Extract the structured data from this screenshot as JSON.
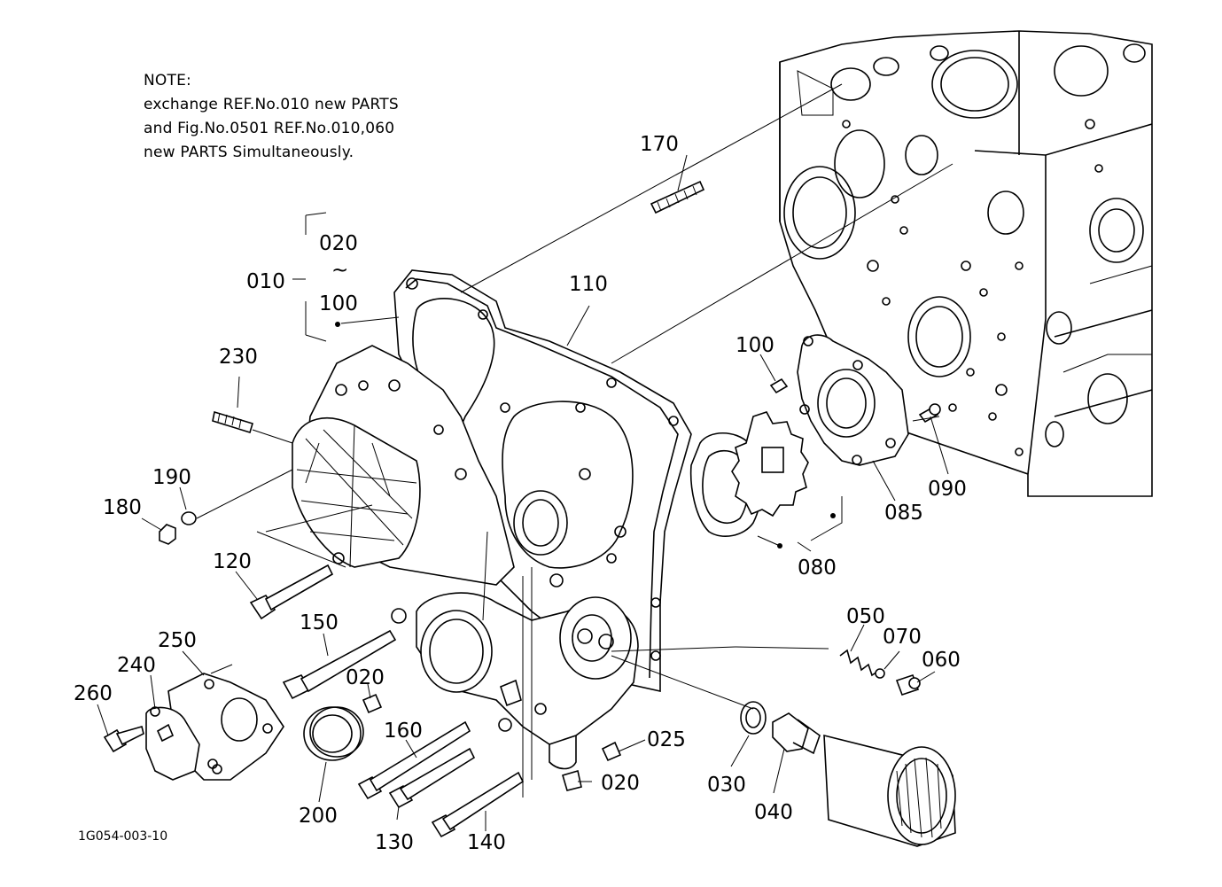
{
  "note": {
    "heading": "NOTE:",
    "lines": [
      "exchange REF.No.010 new PARTS",
      "and Fig.No.0501 REF.No.010,060",
      "new PARTS Simultaneously."
    ]
  },
  "figure_code": "1G054-003-10",
  "callouts": {
    "c010": "010",
    "c020a": "020",
    "tilde": "~",
    "c100a": "100",
    "c020b": "020",
    "c020c": "020",
    "c025": "025",
    "c030": "030",
    "c040": "040",
    "c050": "050",
    "c060": "060",
    "c070": "070",
    "c080": "080",
    "c085": "085",
    "c090": "090",
    "c100b": "100",
    "c110": "110",
    "c120": "120",
    "c130": "130",
    "c140": "140",
    "c150": "150",
    "c160": "160",
    "c170": "170",
    "c180": "180",
    "c190": "190",
    "c200": "200",
    "c230": "230",
    "c240": "240",
    "c250": "250",
    "c260": "260"
  }
}
